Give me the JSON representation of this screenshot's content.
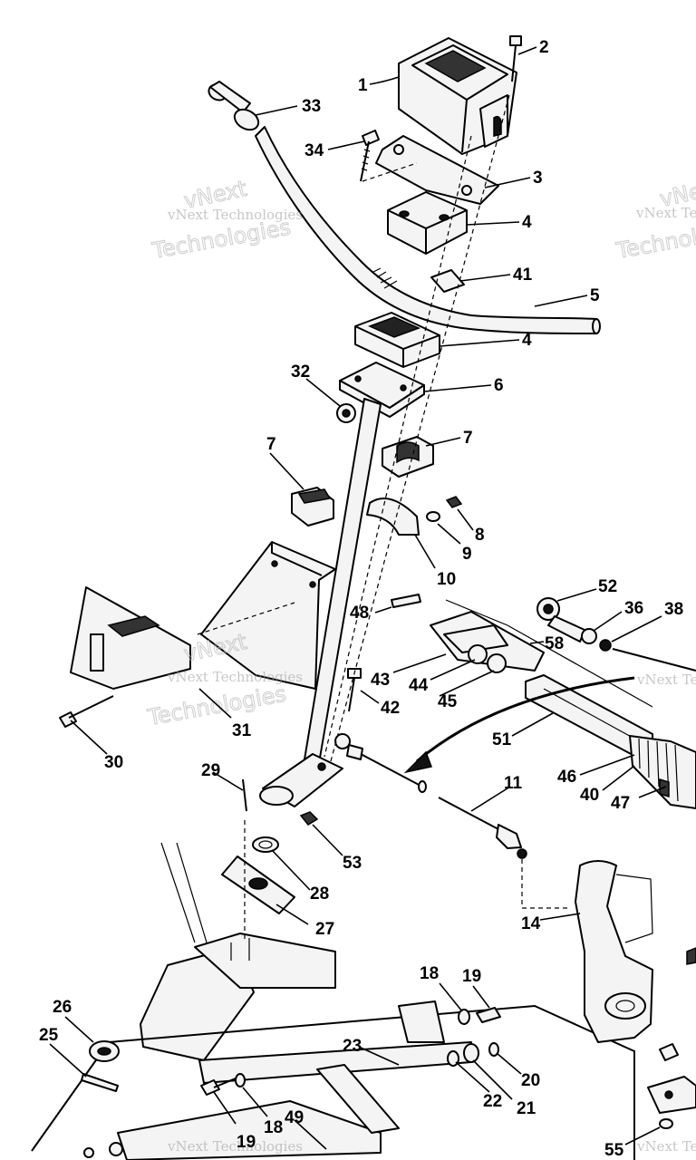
{
  "watermark": {
    "brand_short": "vNext",
    "brand_full": "vNext Technologies",
    "brand_word": "Technologies"
  },
  "callouts": [
    "1",
    "2",
    "33",
    "34",
    "3",
    "4",
    "41",
    "5",
    "4",
    "32",
    "6",
    "7",
    "7",
    "8",
    "9",
    "10",
    "52",
    "36",
    "38",
    "48",
    "58",
    "43",
    "44",
    "45",
    "42",
    "31",
    "30",
    "51",
    "29",
    "11",
    "46",
    "40",
    "47",
    "53",
    "28",
    "27",
    "14",
    "18",
    "19",
    "26",
    "25",
    "23",
    "20",
    "22",
    "21",
    "19",
    "18",
    "49",
    "55"
  ]
}
